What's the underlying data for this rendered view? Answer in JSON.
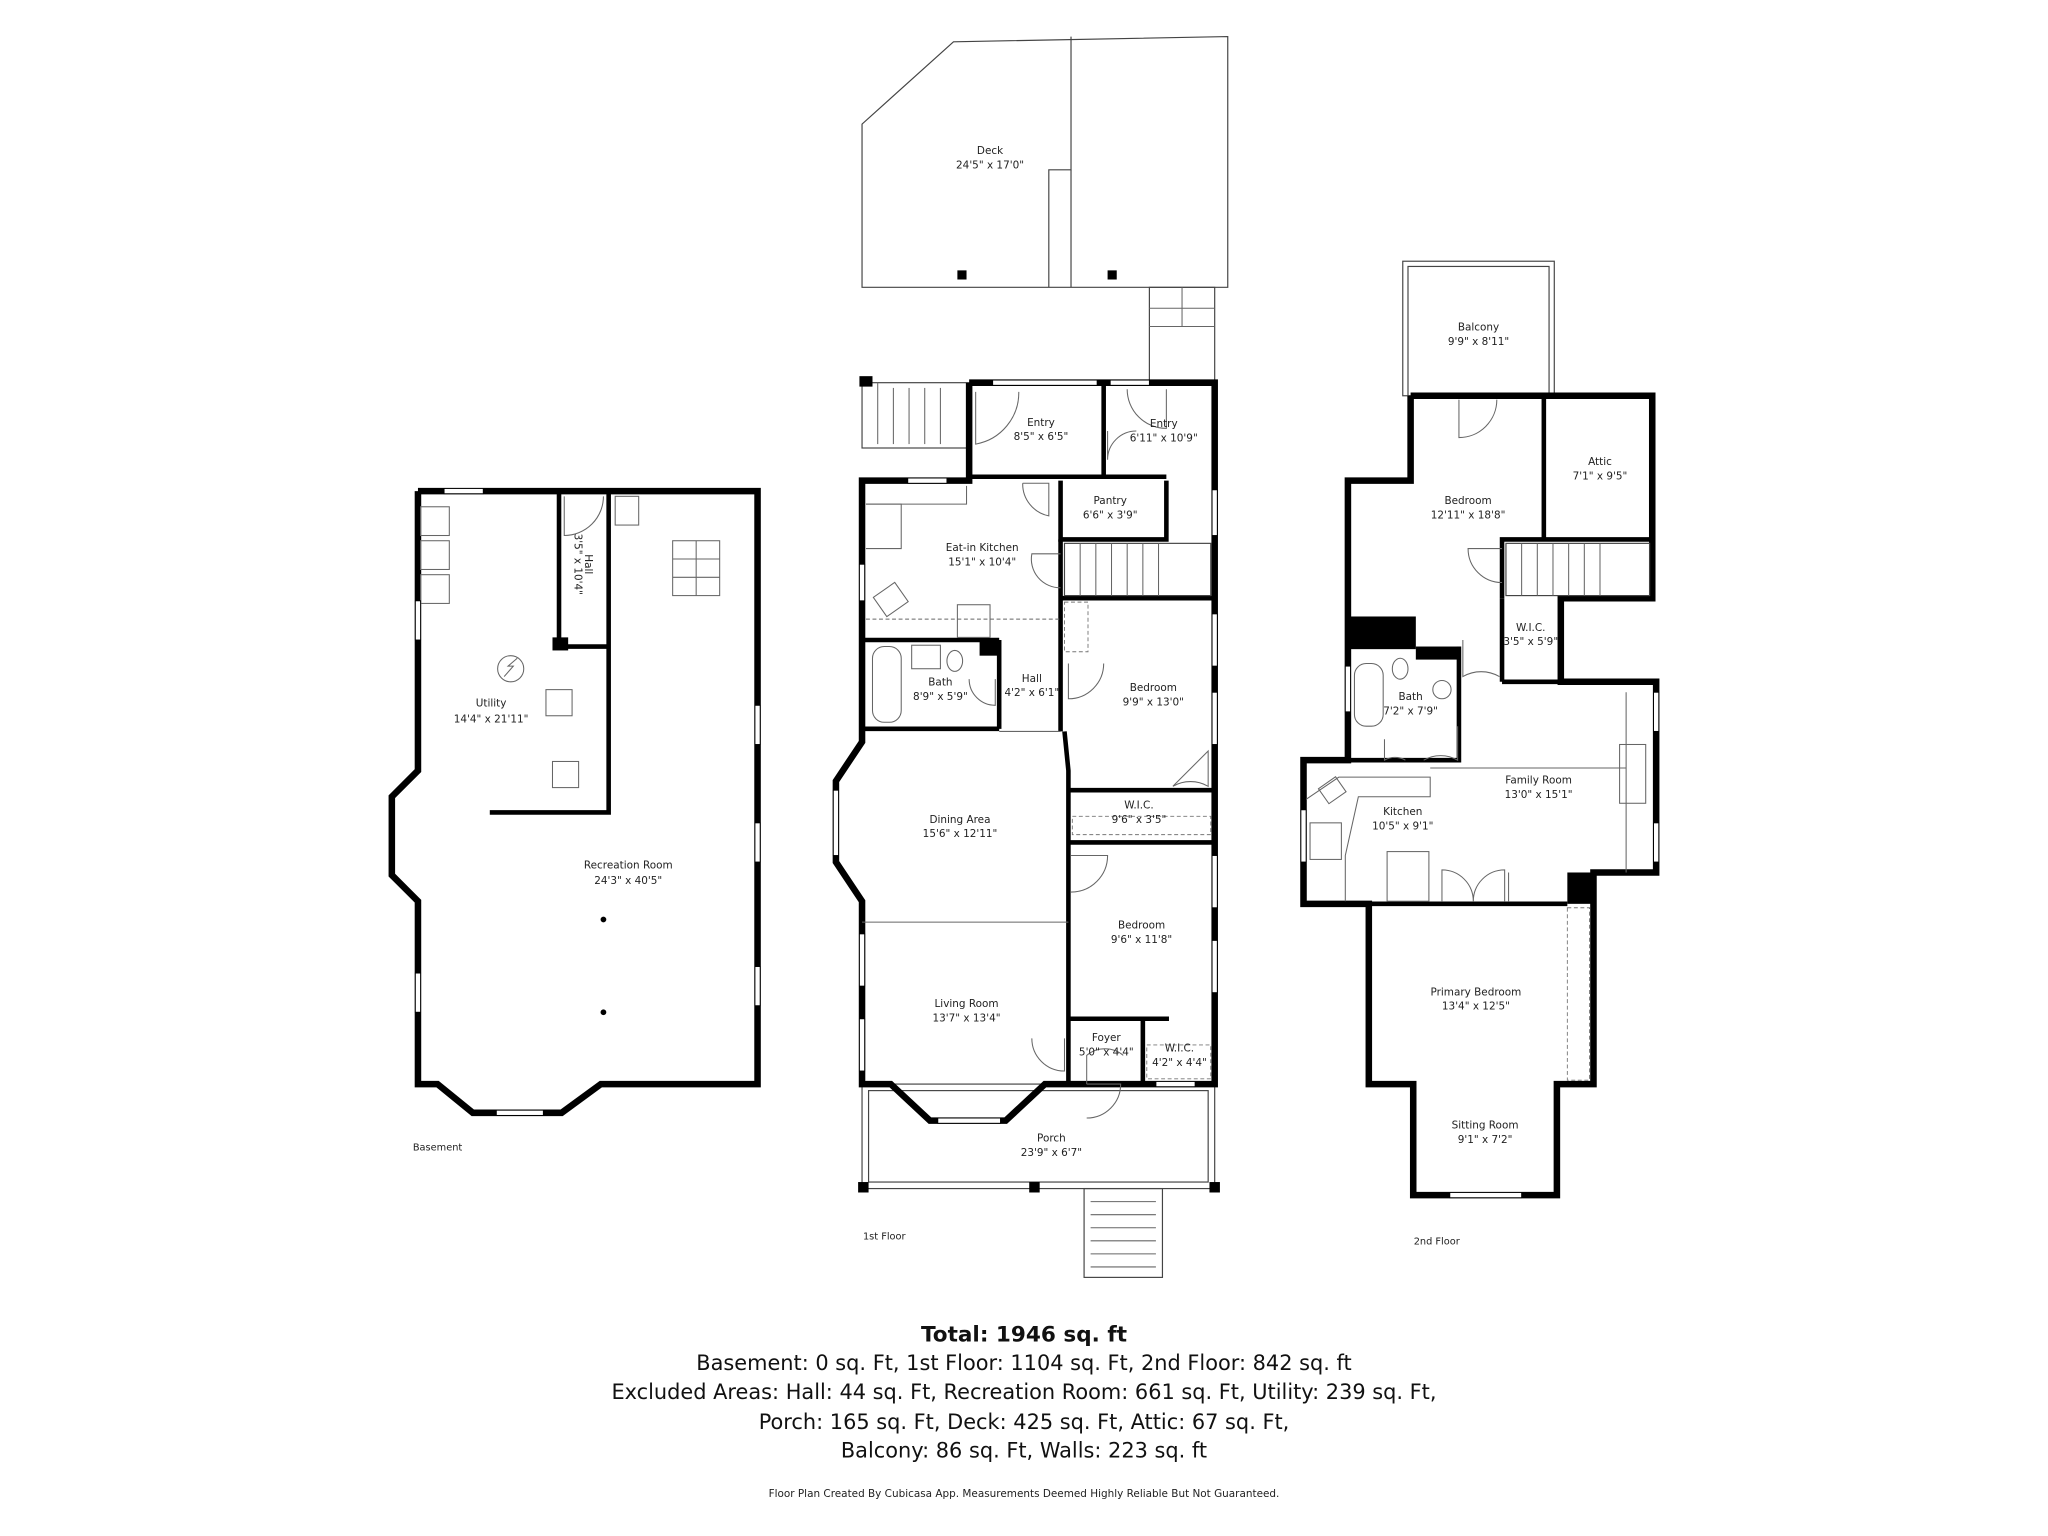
{
  "basement": {
    "label": "Basement",
    "rooms": {
      "hall": {
        "name": "Hall",
        "dims": "3'5\" x 10'4\""
      },
      "utility": {
        "name": "Utility",
        "dims": "14'4\" x 21'11\""
      },
      "recreation": {
        "name": "Recreation Room",
        "dims": "24'3\" x 40'5\""
      }
    }
  },
  "first_floor": {
    "label": "1st Floor",
    "rooms": {
      "deck": {
        "name": "Deck",
        "dims": "24'5\" x 17'0\""
      },
      "entry1": {
        "name": "Entry",
        "dims": "8'5\" x 6'5\""
      },
      "entry2": {
        "name": "Entry",
        "dims": "6'11\" x 10'9\""
      },
      "pantry": {
        "name": "Pantry",
        "dims": "6'6\" x 3'9\""
      },
      "kitchen": {
        "name": "Eat-in Kitchen",
        "dims": "15'1\" x 10'4\""
      },
      "bath": {
        "name": "Bath",
        "dims": "8'9\" x 5'9\""
      },
      "hall": {
        "name": "Hall",
        "dims": "4'2\" x 6'1\""
      },
      "bedroom1": {
        "name": "Bedroom",
        "dims": "9'9\" x 13'0\""
      },
      "wic1": {
        "name": "W.I.C.",
        "dims": "9'6\" x 3'5\""
      },
      "dining": {
        "name": "Dining Area",
        "dims": "15'6\" x 12'11\""
      },
      "bedroom2": {
        "name": "Bedroom",
        "dims": "9'6\" x 11'8\""
      },
      "living": {
        "name": "Living Room",
        "dims": "13'7\" x 13'4\""
      },
      "foyer": {
        "name": "Foyer",
        "dims": "5'0\" x 4'4\""
      },
      "wic2": {
        "name": "W.I.C.",
        "dims": "4'2\" x 4'4\""
      },
      "porch": {
        "name": "Porch",
        "dims": "23'9\" x 6'7\""
      }
    }
  },
  "second_floor": {
    "label": "2nd Floor",
    "rooms": {
      "balcony": {
        "name": "Balcony",
        "dims": "9'9\" x 8'11\""
      },
      "bedroom": {
        "name": "Bedroom",
        "dims": "12'11\" x 18'8\""
      },
      "attic": {
        "name": "Attic",
        "dims": "7'1\" x 9'5\""
      },
      "wic": {
        "name": "W.I.C.",
        "dims": "3'5\" x 5'9\""
      },
      "bath": {
        "name": "Bath",
        "dims": "7'2\" x 7'9\""
      },
      "family": {
        "name": "Family Room",
        "dims": "13'0\" x 15'1\""
      },
      "kitchen": {
        "name": "Kitchen",
        "dims": "10'5\" x 9'1\""
      },
      "primary": {
        "name": "Primary Bedroom",
        "dims": "13'4\" x 12'5\""
      },
      "sitting": {
        "name": "Sitting Room",
        "dims": "9'1\" x 7'2\""
      }
    }
  },
  "summary": {
    "total": "Total: 1946 sq. ft",
    "line1": "Basement: 0 sq. Ft, 1st Floor: 1104 sq. Ft, 2nd Floor: 842 sq. ft",
    "line2": "Excluded Areas: Hall: 44 sq. Ft, Recreation Room: 661 sq. Ft, Utility: 239 sq. Ft,",
    "line3": "Porch: 165 sq. Ft, Deck: 425 sq. Ft, Attic: 67 sq. Ft,",
    "line4": "Balcony: 86 sq. Ft, Walls: 223 sq. ft",
    "footer": "Floor Plan Created By Cubicasa App. Measurements Deemed Highly Reliable But Not Guaranteed."
  }
}
